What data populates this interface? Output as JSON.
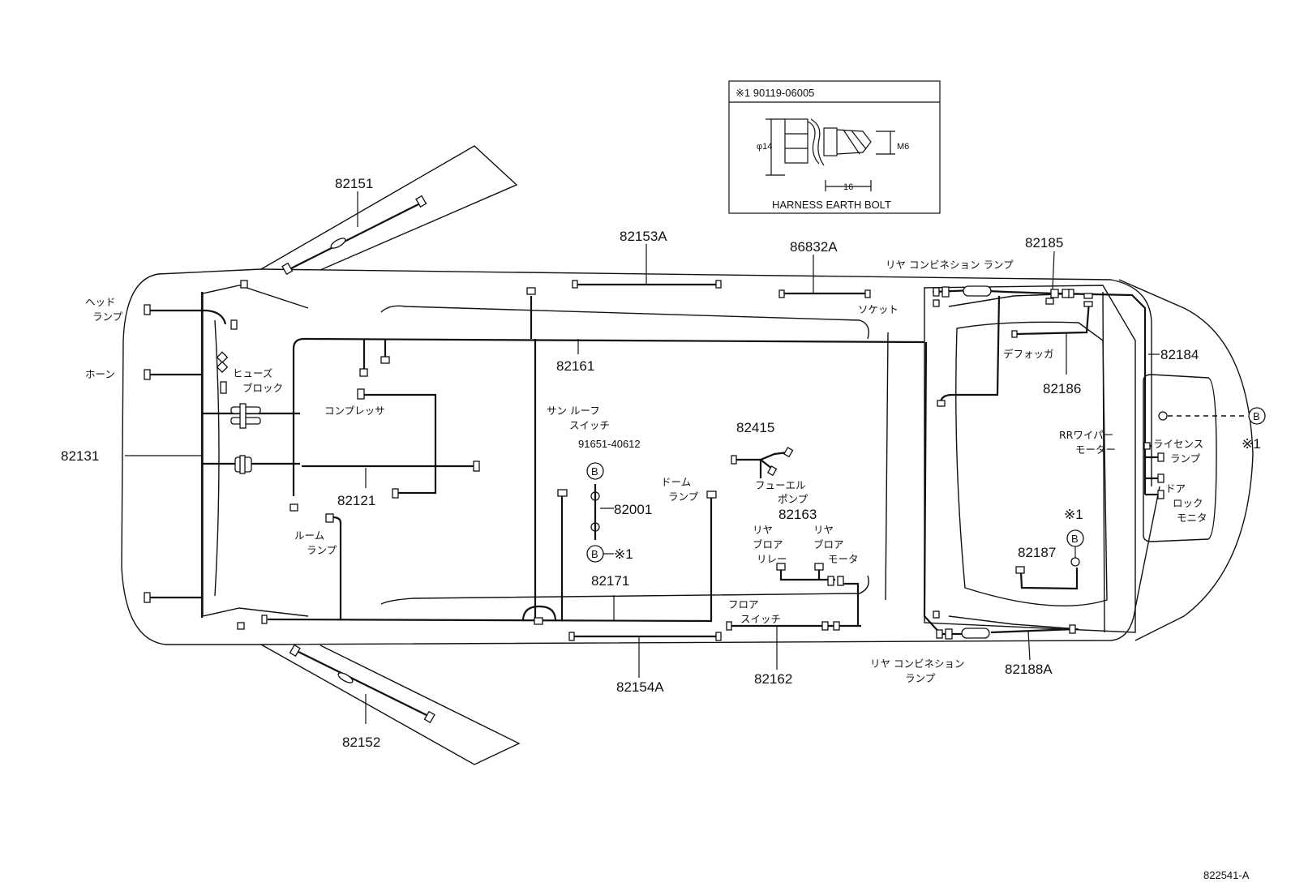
{
  "inset": {
    "title": "※1 90119-06005",
    "caption": "HARNESS EARTH BOLT",
    "dim_diameter": "φ14",
    "dim_thread": "M6",
    "dim_length": "16"
  },
  "parts": {
    "p82151": "82151",
    "p82152": "82152",
    "p82153A": "82153A",
    "p86832A": "86832A",
    "p82185": "82185",
    "p82184": "82184",
    "p82186": "82186",
    "p82161": "82161",
    "p82131": "82131",
    "p82121": "82121",
    "p91651": "91651-40612",
    "p82001": "82001",
    "p82171": "82171",
    "p82415": "82415",
    "p82163": "82163",
    "p82187": "82187",
    "p82154A": "82154A",
    "p82162": "82162",
    "p82188A": "82188A",
    "figure_id": "822541-A"
  },
  "labels": {
    "head_lamp_1": "ヘッド",
    "head_lamp_2": "ランプ",
    "horn": "ホーン",
    "fuse_1": "ヒューズ",
    "fuse_2": "ブロック",
    "compressor": "コンプレッサ",
    "room_1": "ルーム",
    "room_2": "ランプ",
    "sunroof_1": "サン ルーフ",
    "sunroof_2": "スイッチ",
    "dome_1": "ドーム",
    "dome_2": "ランプ",
    "fuel_1": "フューエル",
    "fuel_2": "ポンプ",
    "rr_relay_1": "リヤ",
    "rr_relay_2": "ブロア",
    "rr_relay_3": "リレー",
    "rr_motor_1": "リヤ",
    "rr_motor_2": "ブロア",
    "rr_motor_3": "モータ",
    "floor_1": "フロア",
    "floor_2": "スイッチ",
    "socket": "ソケット",
    "rear_combo_top": "リヤ コンビネション ランプ",
    "rear_combo_bot_1": "リヤ コンビネション",
    "rear_combo_bot_2": "ランプ",
    "defogger": "デフォッガ",
    "rr_wiper_1": "RRワイパー",
    "rr_wiper_2": "モーター",
    "license_1": "ライセンス",
    "license_2": "ランプ",
    "door_1": "ドア",
    "door_2": "ロック",
    "door_3": "モニタ",
    "mark_b": "B",
    "mark_x1": "※1"
  }
}
